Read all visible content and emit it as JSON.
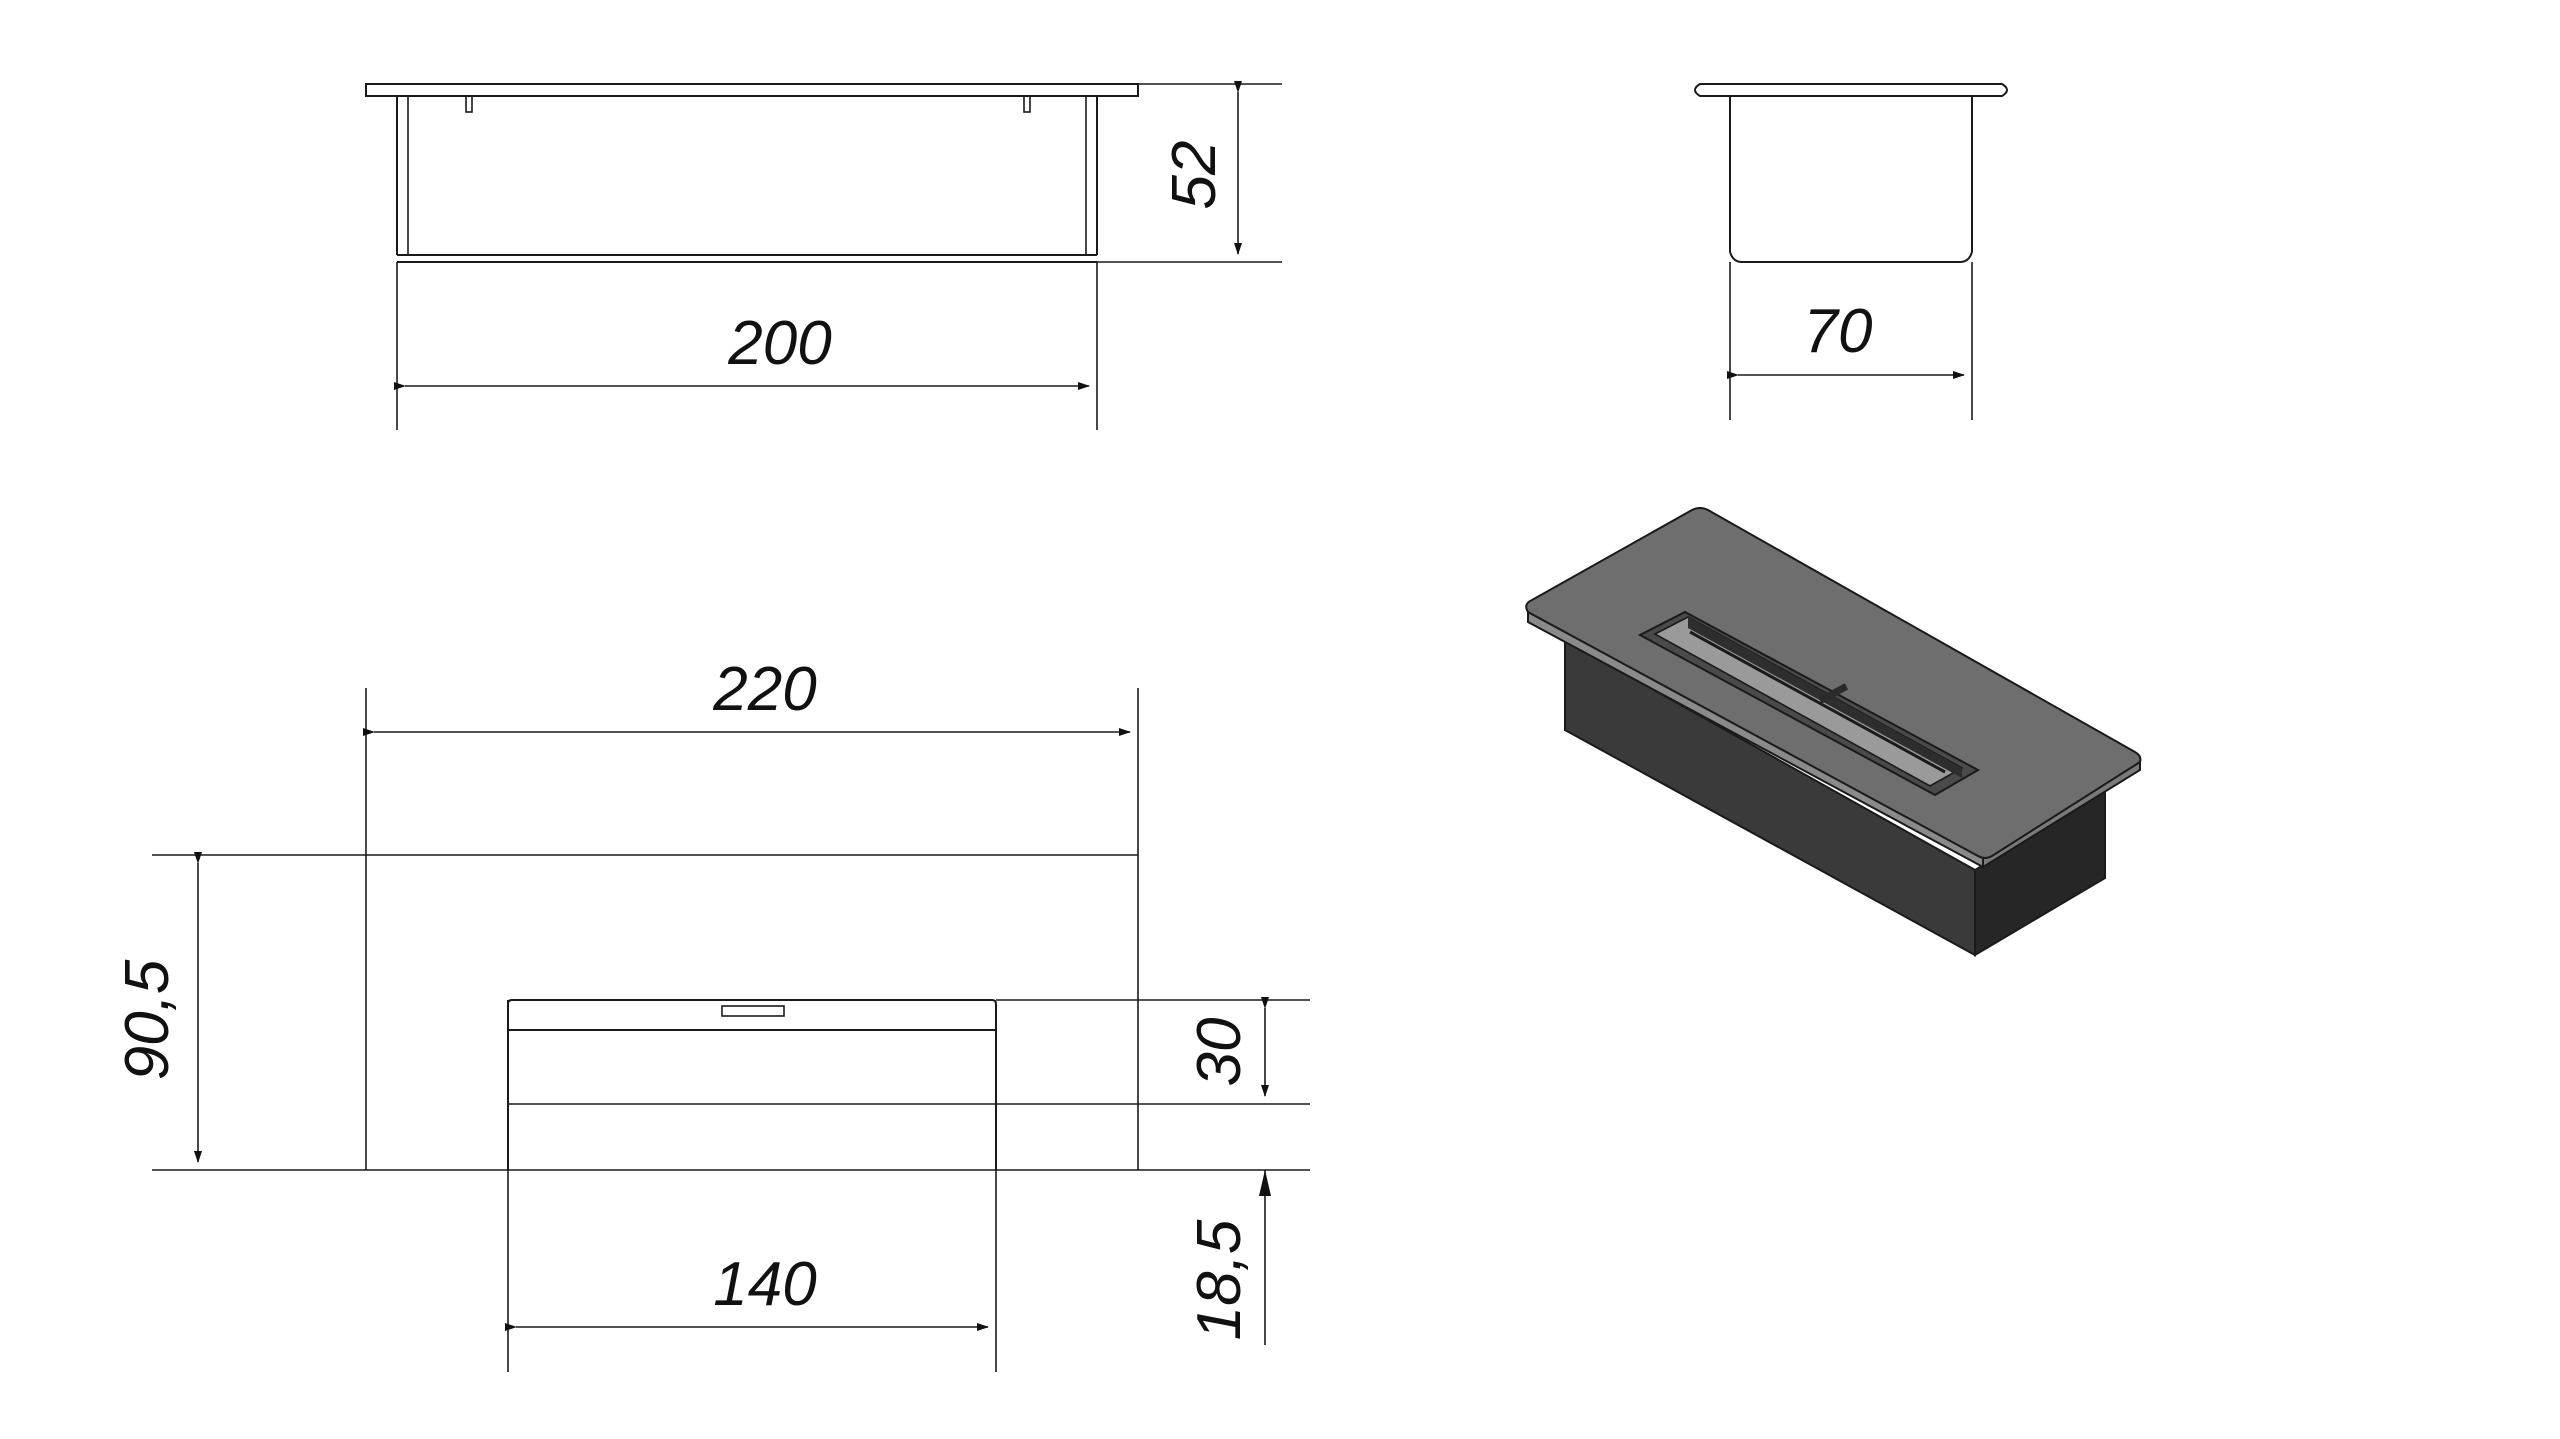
{
  "drawing": {
    "top_view": {
      "length_label": "200",
      "height_label": "52"
    },
    "side_view": {
      "width_label": "70"
    },
    "front_view": {
      "overall_width_label": "220",
      "overall_height_label": "90,5",
      "inner_width_label": "140",
      "inner_height_label": "30",
      "bottom_offset_label": "18,5"
    }
  },
  "colors": {
    "line": "#1a1a1a",
    "body_dark": "#3a3a3a",
    "top_gray": "#6e6e6e"
  }
}
